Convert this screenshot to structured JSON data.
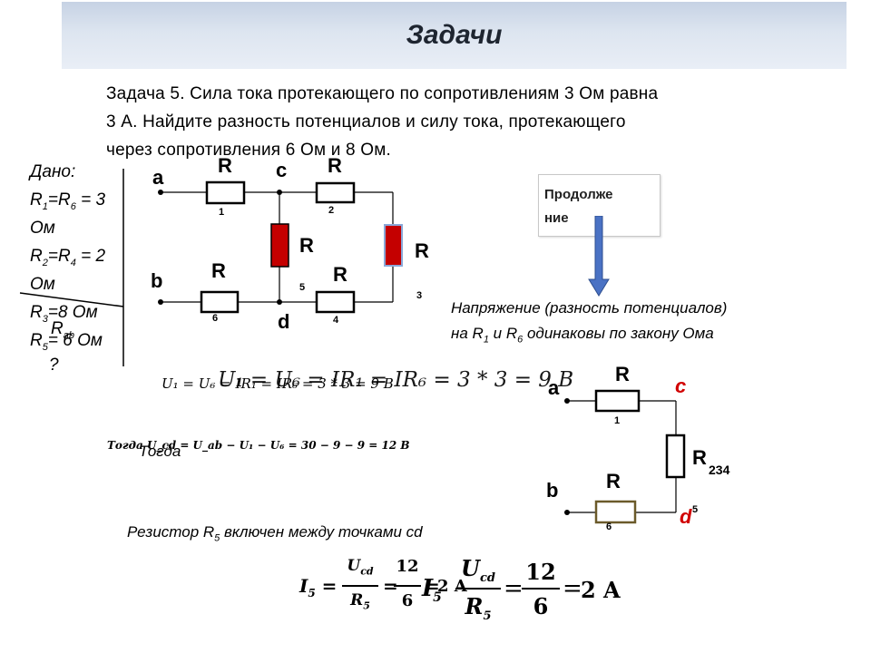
{
  "header": {
    "title": "Задачи"
  },
  "task": {
    "line1": "Задача 5. Сила тока протекающего по сопротивлениям 3 Ом равна",
    "line2": "3 А. Найдите разность потенциалов и силу тока, протекающего",
    "line3": "через сопротивления 6 Ом и 8 Ом."
  },
  "given": {
    "head": "Дано:",
    "l1_pre": "R",
    "l1_s1": "1",
    "l1_mid": "=R",
    "l1_s2": "6",
    "l1_post": " = 3",
    "l2": "Ом",
    "l3_pre": "R",
    "l3_s1": "2",
    "l3_mid": "=R",
    "l3_s2": "4",
    "l3_post": " = 2",
    "l4": "Ом",
    "l5_pre": "R",
    "l5_s1": "3",
    "l5_post": "=8 Ом",
    "l6_pre": "R",
    "l6_s1": "5",
    "l6_post": "= 6 Ом",
    "find_pre": "R",
    "find_sub": "ab",
    "find_q": "?"
  },
  "circuit1": {
    "node_a": "a",
    "node_b": "b",
    "node_c": "c",
    "node_d": "d",
    "R": "R",
    "sub1": "1",
    "sub2": "2",
    "sub3": "3",
    "sub4": "4",
    "sub5": "5",
    "sub6": "6"
  },
  "continue_box": {
    "line1": "Продолже",
    "line2": "ние"
  },
  "note": {
    "line1": "Напряжение (разность потенциалов)",
    "line2_a": "на R",
    "line2_s1": "1",
    "line2_b": " и  R",
    "line2_s2": "6",
    "line2_c": " одинаковы по закону Ома"
  },
  "equation1": {
    "small": "U₁ = U₆ = IR₁ = IR₆ = 3 * 3 = 9 B",
    "large": "U₁ = U₆ = IR₁ = IR₆ = 3 * 3 = 9 B"
  },
  "equation2": {
    "small": "Тогда U_cd = U_ab − U₁ − U₆ = 30 − 9 − 9 = 12 B",
    "large_word": "Тогда"
  },
  "circuit2": {
    "node_a": "a",
    "node_b": "b",
    "node_c": "c",
    "node_d": "d",
    "R": "R",
    "sub1": "1",
    "sub234": "234",
    "sub5": "5",
    "sub6": "6"
  },
  "resistor5_note": {
    "text_a": "Резистор R",
    "sub": "5",
    "text_b": " включен между точками cd"
  },
  "equation3": {
    "I": "I",
    "I_sub": "5",
    "U": "U",
    "U_sub": "cd",
    "R": "R",
    "R_sub": "5",
    "num": "12",
    "den": "6",
    "result": "2 A"
  },
  "colors": {
    "accent_red": "#d10000",
    "resistor_red": "#c40000",
    "arrow_blue": "#4a72c4"
  }
}
